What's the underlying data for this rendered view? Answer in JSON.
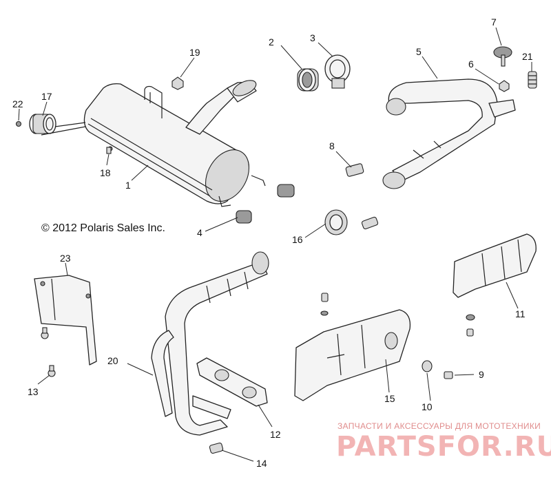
{
  "copyright": "© 2012 Polaris Sales Inc.",
  "watermark": {
    "tagline": "ЗАПЧАСТИ И АКСЕССУАРЫ ДЛЯ МОТОТЕХНИКИ",
    "site": "PARTSFOR.RU",
    "color": "#f0a8a8"
  },
  "callouts": {
    "c1": "1",
    "c2": "2",
    "c3": "3",
    "c4": "4",
    "c5": "5",
    "c6": "6",
    "c7": "7",
    "c8": "8",
    "c9": "9",
    "c10": "10",
    "c11": "11",
    "c12": "12",
    "c13": "13",
    "c14": "14",
    "c15": "15",
    "c16": "16",
    "c17": "17",
    "c18": "18",
    "c19": "19",
    "c20": "20",
    "c21": "21",
    "c22": "22",
    "c23": "23"
  }
}
